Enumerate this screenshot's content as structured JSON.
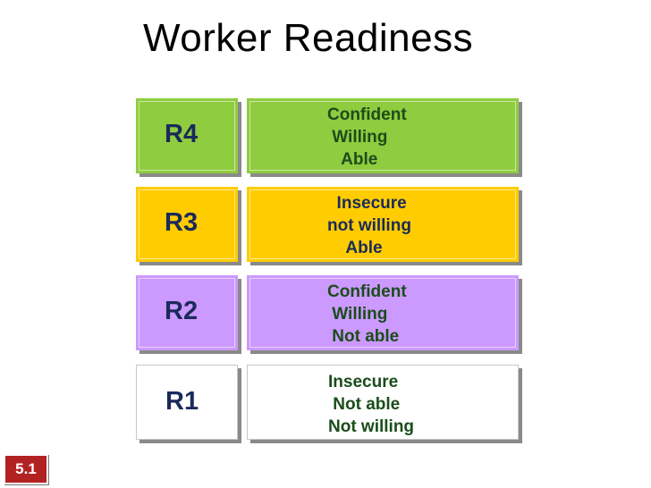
{
  "title": "Worker Readiness",
  "badge": "5.1",
  "colors": {
    "r4": "#8fcc3f",
    "r3": "#ffcc00",
    "r2": "#cc99ff",
    "r1": "#ffffff",
    "green_text": "#1a4d1a",
    "navy_text": "#1a2a5a"
  },
  "rows": [
    {
      "label": "R4",
      "lines": [
        "Confident",
        " Willing",
        "   Able"
      ]
    },
    {
      "label": "R3",
      "lines": [
        "  Insecure",
        "not willing",
        "    Able"
      ]
    },
    {
      "label": "R2",
      "lines": [
        "Confident",
        " Willing",
        " Not able"
      ]
    },
    {
      "label": "R1",
      "lines": [
        "Insecure",
        " Not able",
        "Not willing"
      ]
    }
  ]
}
